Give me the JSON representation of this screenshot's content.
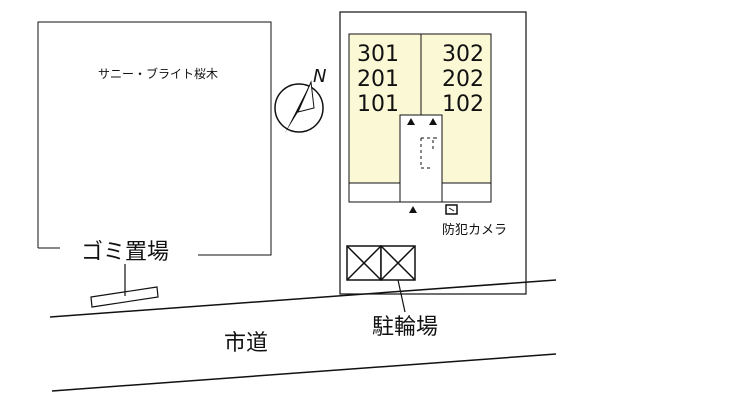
{
  "neighbor_building": {
    "label": "サニー・ブライト桜木"
  },
  "compass": {
    "north_label": "N"
  },
  "units": {
    "left_column": [
      "301",
      "201",
      "101"
    ],
    "right_column": [
      "302",
      "202",
      "102"
    ]
  },
  "labels": {
    "camera": "防犯カメラ",
    "garbage": "ゴミ置場",
    "bicycle_parking": "駐輪場",
    "road": "市道"
  },
  "colors": {
    "building_fill": "#fbf8d6",
    "line": "#111111",
    "site_fill": "#ffffff"
  }
}
